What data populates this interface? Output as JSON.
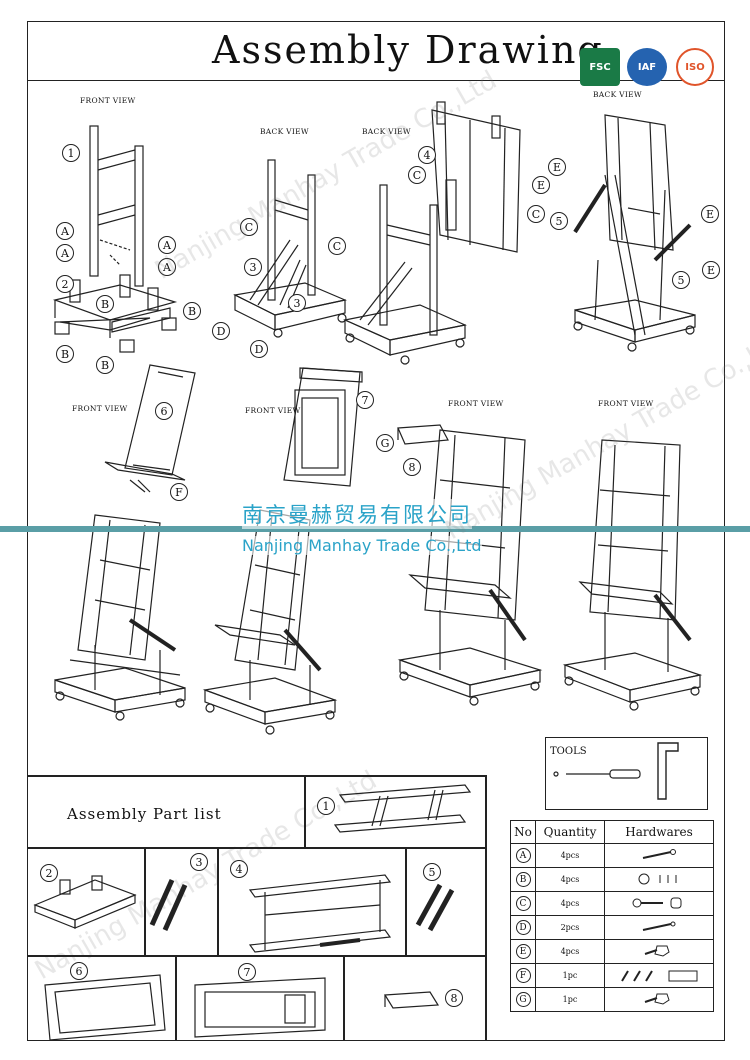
{
  "title": "Assembly Drawing",
  "logos": {
    "fsc": {
      "text": "FSC",
      "color": "#1a7a46"
    },
    "iaf": {
      "text": "IAF",
      "color": "#2563b0"
    },
    "iso": {
      "text": "ISO",
      "color": "#e0542a"
    }
  },
  "view_labels": {
    "v1": "FRONT VIEW",
    "v2": "BACK VIEW",
    "v3": "BACK VIEW",
    "v4": "BACK VIEW",
    "v5": "FRONT VIEW",
    "v6": "FRONT VIEW",
    "v7": "FRONT VIEW",
    "v8": "FRONT VIEW"
  },
  "step_numbers": {
    "s1": "1",
    "s2": "2",
    "s3a": "3",
    "s3b": "3",
    "s4": "4",
    "s5a": "5",
    "s5b": "5",
    "s6": "6",
    "s7": "7",
    "s8": "8"
  },
  "callouts": {
    "A": "A",
    "B": "B",
    "C": "C",
    "D": "D",
    "E": "E",
    "F": "F",
    "G": "G"
  },
  "watermark": {
    "chinese": "南京曼赫贸易有限公司",
    "english": "Nanjing Manhay Trade Co.,Ltd"
  },
  "tools": {
    "label": "TOOLS"
  },
  "parts_list": {
    "title": "Assembly Part list",
    "items": [
      "1",
      "2",
      "3",
      "4",
      "5",
      "6",
      "7",
      "8"
    ]
  },
  "hardware_table": {
    "headers": {
      "no": "No",
      "quantity": "Quantity",
      "hardwares": "Hardwares"
    },
    "rows": [
      {
        "no": "A",
        "qty": "4pcs"
      },
      {
        "no": "B",
        "qty": "4pcs"
      },
      {
        "no": "C",
        "qty": "4pcs"
      },
      {
        "no": "D",
        "qty": "2pcs"
      },
      {
        "no": "E",
        "qty": "4pcs"
      },
      {
        "no": "F",
        "qty": "1pc"
      },
      {
        "no": "G",
        "qty": "1pc"
      }
    ]
  }
}
